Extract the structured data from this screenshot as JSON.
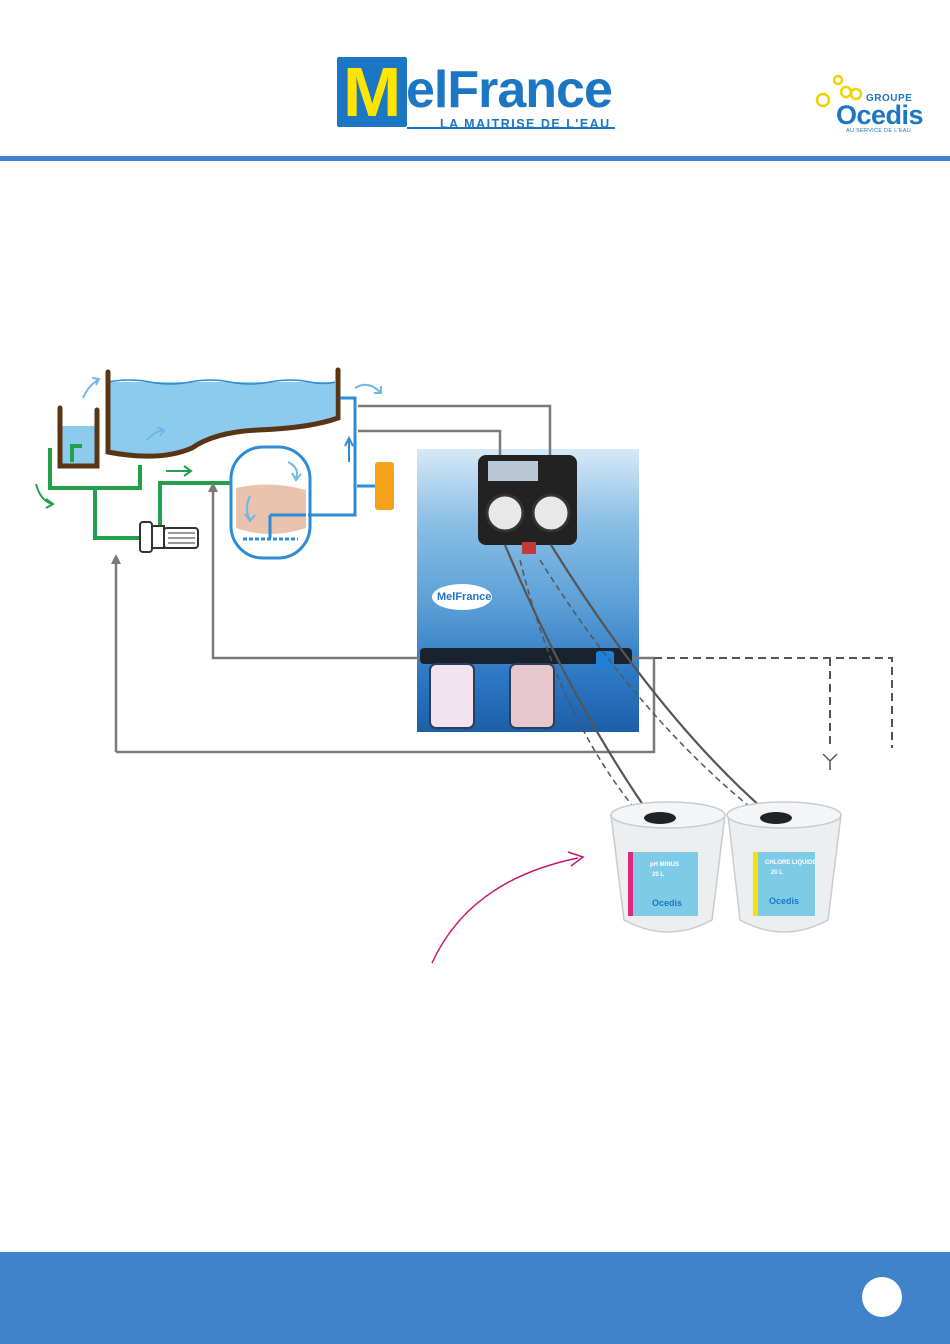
{
  "header": {
    "brand_logo": {
      "m": "M",
      "word": "elFrance",
      "tagline": "LA MAITRISE DE L'EAU"
    },
    "group_logo": {
      "groupe": "GROUPE",
      "word": "Ocedis",
      "subtitle": "AU SERVICE DE L'EAU"
    },
    "accent_color": "#3f84cb",
    "brand_color": "#1b76c3",
    "brand_yellow": "#ffe500"
  },
  "diagram": {
    "panel_badge": "MelFrance",
    "containers": [
      {
        "label": "pH MINUS",
        "volume": "20 L",
        "brand": "Ocedis",
        "label_color": "#e0267d"
      },
      {
        "label": "CHLORE LIQUIDE",
        "volume": "20 L",
        "brand": "Ocedis",
        "label_color": "#f2e600"
      }
    ],
    "colors": {
      "water_pipe": "#2e8bd6",
      "return_pipe": "#23a14a",
      "pool_wall": "#5a3515",
      "signal_line": "#7a7a7a",
      "arrow_magenta": "#c2186f",
      "injector_orange": "#f5a21a"
    }
  },
  "footer": {
    "color": "#3f84cb",
    "page_marker": ""
  }
}
